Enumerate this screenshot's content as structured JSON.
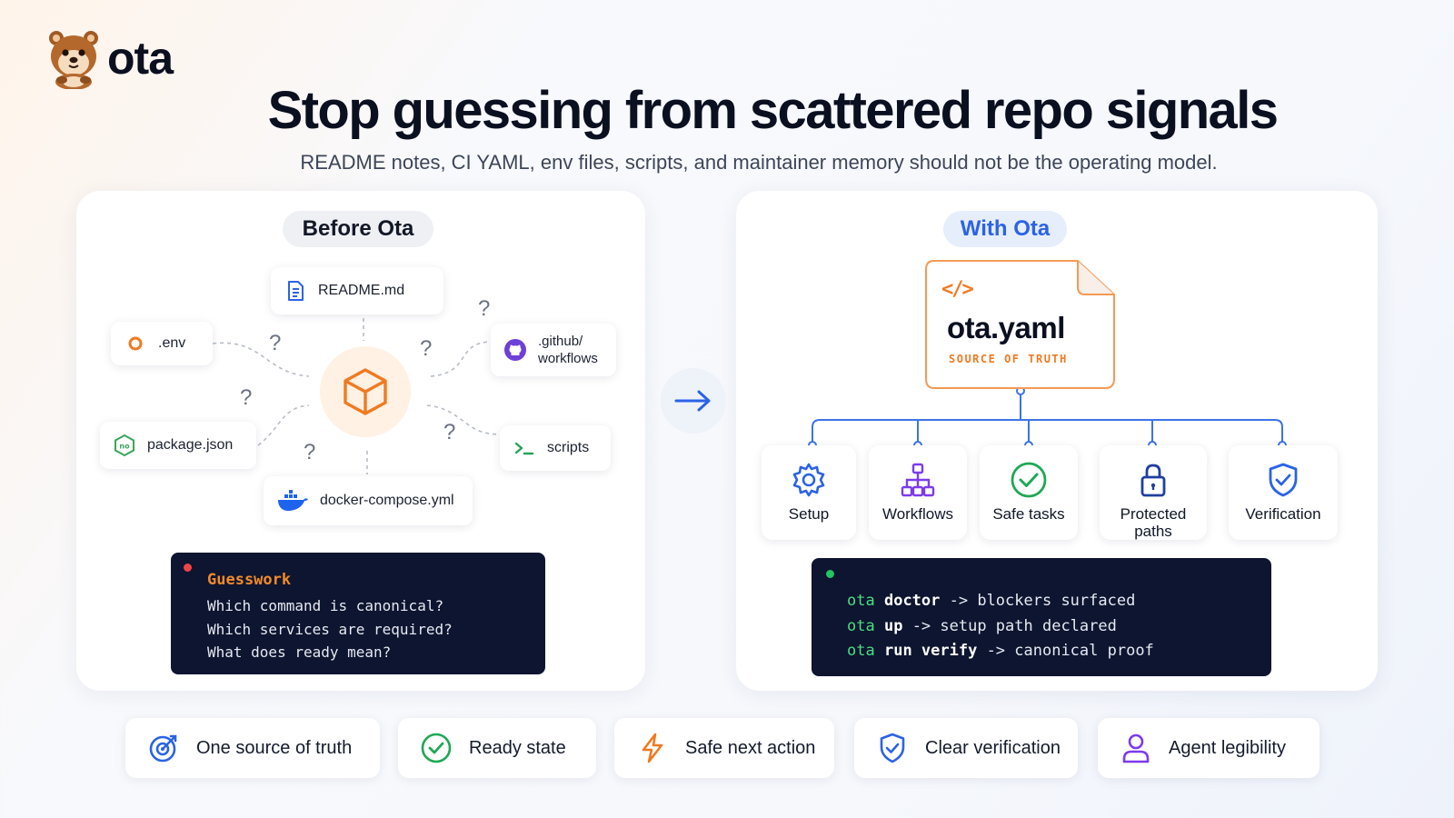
{
  "brand": {
    "name": "ota"
  },
  "headline": "Stop guessing from scattered repo signals",
  "subheadline": "README notes, CI YAML, env files, scripts, and maintainer memory should not be the operating model.",
  "before": {
    "label": "Before Ota",
    "signals": {
      "readme": "README.md",
      "env": ".env",
      "github_line1": ".github/",
      "github_line2": "workflows",
      "package": "package.json",
      "scripts": "scripts",
      "docker": "docker-compose.yml"
    },
    "question_mark": "?",
    "terminal": {
      "title": "Guesswork",
      "lines": [
        "Which command is canonical?",
        "Which services are required?",
        "What does ready mean?"
      ]
    }
  },
  "with": {
    "label": "With Ota",
    "file": {
      "code_icon": "</>",
      "name": "ota.yaml",
      "tag": "SOURCE OF TRUTH"
    },
    "features": [
      {
        "label": "Setup",
        "icon": "gear-icon"
      },
      {
        "label": "Workflows",
        "icon": "workflow-icon"
      },
      {
        "label": "Safe tasks",
        "icon": "check-circle-icon"
      },
      {
        "label": "Protected paths",
        "icon": "lock-icon"
      },
      {
        "label": "Verification",
        "icon": "shield-check-icon"
      }
    ],
    "terminal": {
      "lines": [
        {
          "prefix": "ota",
          "cmd": "doctor",
          "rest": " -> blockers surfaced"
        },
        {
          "prefix": "ota",
          "cmd": "up",
          "rest": " -> setup path declared"
        },
        {
          "prefix": "ota",
          "cmd": "run verify",
          "rest": " -> canonical proof"
        }
      ]
    }
  },
  "benefits": [
    {
      "label": "One source of truth",
      "icon": "target-icon"
    },
    {
      "label": "Ready state",
      "icon": "check-circle-icon"
    },
    {
      "label": "Safe next action",
      "icon": "lightning-icon"
    },
    {
      "label": "Clear verification",
      "icon": "shield-check-icon"
    },
    {
      "label": "Agent legibility",
      "icon": "user-icon"
    }
  ],
  "colors": {
    "accent_orange": "#f07a21",
    "accent_blue": "#2b63e6",
    "terminal_bg": "#0d1530",
    "success_green": "#22c55e",
    "purple": "#7c3aed"
  }
}
